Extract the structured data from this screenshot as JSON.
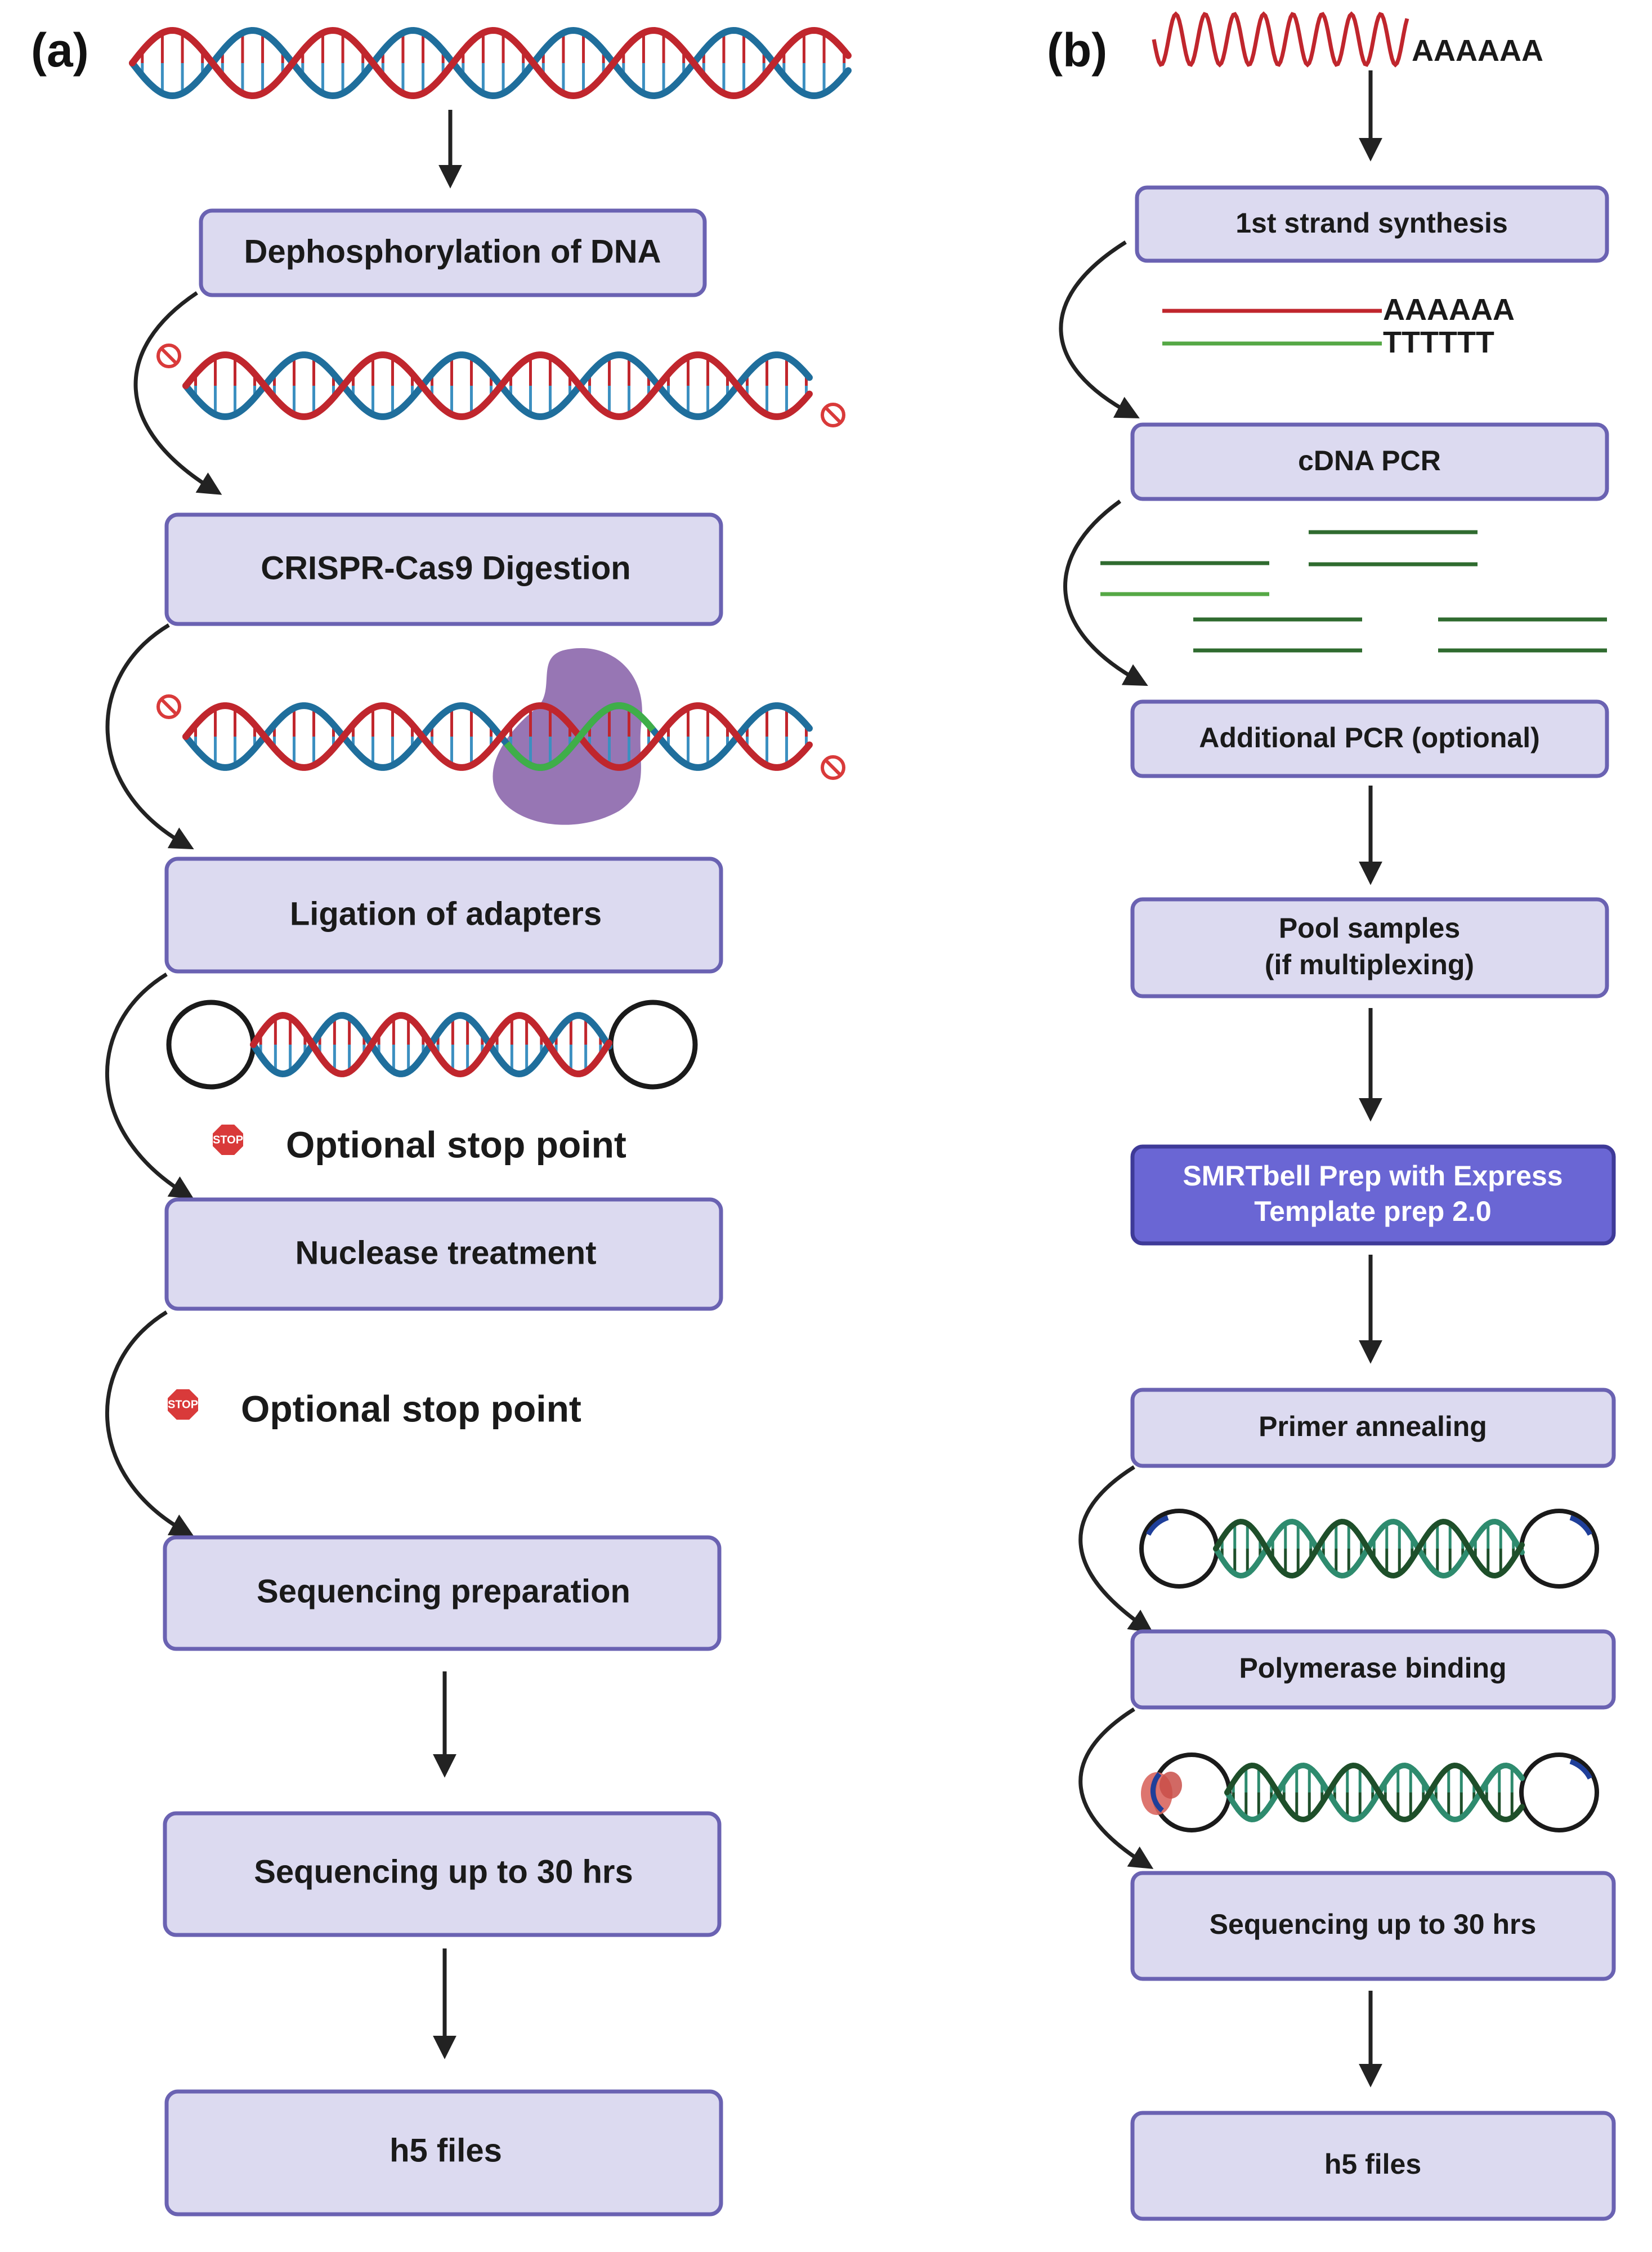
{
  "panel_a": {
    "label": "(a)",
    "steps": [
      "Dephosphorylation of DNA",
      "CRISPR-Cas9 Digestion",
      "Ligation of adapters",
      "Nuclease treatment",
      "Sequencing preparation",
      "Sequencing up to 30 hrs",
      "h5 files"
    ],
    "stop_points": [
      "Optional stop point",
      "Optional stop point"
    ],
    "stop_sign_text": "STOP"
  },
  "panel_b": {
    "label": "(b)",
    "polyA_top": "AAAAAA",
    "cdna_top": "AAAAAA",
    "cdna_bottom": "TTTTTT",
    "steps": [
      "1st strand synthesis",
      "cDNA PCR",
      "Additional PCR (optional)",
      "Pool samples",
      "(if multiplexing)",
      "SMRTbell Prep with Express",
      "Template prep 2.0",
      "Primer annealing",
      "Polymerase binding",
      "Sequencing up to 30 hrs",
      "h5 files"
    ]
  },
  "colors": {
    "box_fill": "#dcdaf0",
    "box_stroke": "#6a62b2",
    "highlight_fill": "#6a66d4",
    "dna_red": "#c0262d",
    "dna_blue": "#1f6e9c",
    "cas9_purple": "#8e6aae",
    "cdna_green": "#2f6b2f",
    "cdna_green_light": "#55a845",
    "stop_red": "#d93a3a"
  },
  "icons": {
    "stop": "stop-sign-icon",
    "phosphate_removed": "no-phosphate-icon",
    "enzyme": "cas9-enzyme-icon",
    "polymerase": "polymerase-icon"
  }
}
